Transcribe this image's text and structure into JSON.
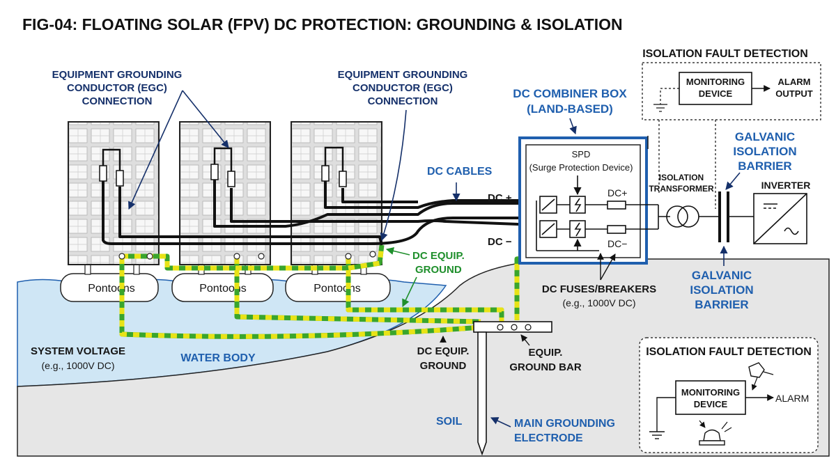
{
  "title": "FIG-04: FLOATING SOLAR (FPV) DC PROTECTION: GROUNDING & ISOLATION",
  "egc_left": [
    "EQUIPMENT GROUNDING",
    "CONDUCTOR (EGC)",
    "CONNECTION"
  ],
  "egc_right": [
    "EQUIPMENT GROUNDING",
    "CONDUCTOR (EGC)",
    "CONNECTION"
  ],
  "combiner_box": [
    "DC COMBINER BOX",
    "(LAND-BASED)"
  ],
  "spd": [
    "SPD",
    "(Surge Protection Device)"
  ],
  "dc_cables": "DC CABLES",
  "dc_plus": "DC +",
  "dc_minus": "DC −",
  "box_dc_plus": "DC+",
  "box_dc_minus": "DC−",
  "isolation_transformer": [
    "ISOLATION",
    "TRANSFORMER"
  ],
  "galvanic_top": [
    "GALVANIC",
    "ISOLATION",
    "BARRIER"
  ],
  "galvanic_bottom": [
    "GALVANIC",
    "ISOLATION",
    "BARRIER"
  ],
  "inverter": "INVERTER",
  "top_fault_panel": {
    "title": "ISOLATION FAULT DETECTION",
    "device": [
      "MONITORING",
      "DEVICE"
    ],
    "alarm": [
      "ALARM",
      "OUTPUT"
    ]
  },
  "bottom_fault_panel": {
    "title": "ISOLATION FAULT DETECTION",
    "device": [
      "MONITORING",
      "DEVICE"
    ],
    "alarm": "ALARM"
  },
  "pontoons": [
    "Pontoons",
    "Pontoons",
    "Pontoons"
  ],
  "dc_equip_ground_green": [
    "DC EQUIP.",
    "GROUND"
  ],
  "dc_fuses": [
    "DC FUSES/BREAKERS",
    "(e.g., 1000V DC)"
  ],
  "system_voltage": [
    "SYSTEM VOLTAGE",
    "(e.g., 1000V DC)"
  ],
  "water_body": "WATER BODY",
  "dc_equip_ground_dark": [
    "DC EQUIP.",
    "GROUND"
  ],
  "ground_bar": [
    "EQUIP.",
    "GROUND BAR"
  ],
  "soil": "SOIL",
  "electrode": [
    "MAIN GROUNDING",
    "ELECTRODE"
  ],
  "colors": {
    "water": "#cfe6f5",
    "soil": "#e6e6e6",
    "navy": "#15306a",
    "blue": "#1f5fae",
    "green": "#1f8f2c",
    "ground_green": "#3aa52c",
    "ground_yellow": "#e8e317"
  }
}
